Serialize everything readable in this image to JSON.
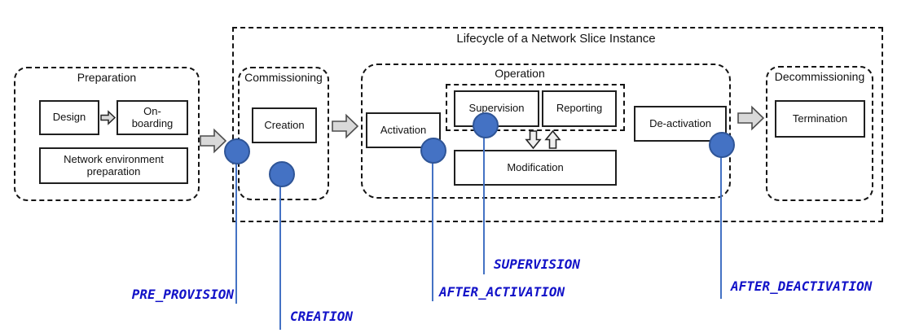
{
  "title": "Lifecycle of a Network Slice Instance",
  "phases": {
    "preparation": {
      "title": "Preparation",
      "design": "Design",
      "onboarding": "On-\nboarding",
      "network_env": "Network environment\npreparation"
    },
    "commissioning": {
      "title": "Commissioning",
      "creation": "Creation"
    },
    "operation": {
      "title": "Operation",
      "activation": "Activation",
      "supervision": "Supervision",
      "reporting": "Reporting",
      "modification": "Modification",
      "deactivation": "De-activation"
    },
    "decommissioning": {
      "title": "Decommissioning",
      "termination": "Termination"
    }
  },
  "events": {
    "pre_provision": "PRE_PROVISION",
    "creation": "CREATION",
    "after_activation": "AFTER_ACTIVATION",
    "supervision": "SUPERVISION",
    "after_deactivation": "AFTER_DEACTIVATION"
  },
  "icons": {
    "phase_transition": "block-arrow-right-icon",
    "design_to_onboarding": "block-arrow-right-icon",
    "modification_down": "block-arrow-down-icon",
    "modification_up": "block-arrow-up-icon",
    "event_marker": "circle-marker-icon"
  },
  "colors": {
    "marker_fill": "#4472C4",
    "marker_border": "#2F5597",
    "line_color": "#4472C4",
    "event_label": "#1212C8",
    "arrow_fill": "#D9D9D9",
    "arrow_border": "#4D4D4D"
  }
}
